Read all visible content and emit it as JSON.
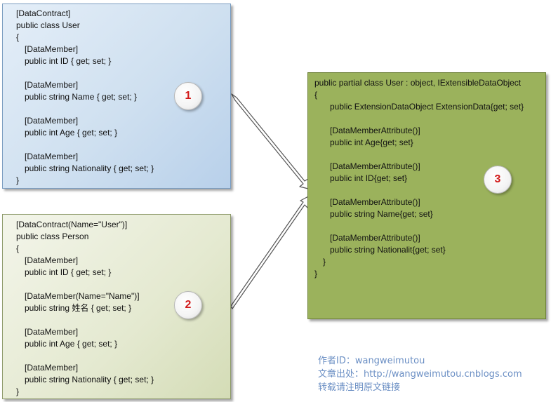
{
  "box1": {
    "lines": [
      "[DataContract]",
      "public class User",
      "{",
      "[DataMember]",
      "public int ID { get; set; }",
      "",
      "[DataMember]",
      "public string Name { get; set; }",
      "",
      "[DataMember]",
      "public int Age { get; set; }",
      "",
      "[DataMember]",
      "public string Nationality { get; set; }",
      "}"
    ],
    "badge": "1"
  },
  "box2": {
    "lines": [
      "[DataContract(Name=\"User\")]",
      "public class Person",
      "{",
      "[DataMember]",
      "public int ID { get; set; }",
      "",
      "[DataMember(Name=\"Name\")]",
      "public string 姓名 { get; set; }",
      "",
      "[DataMember]",
      "public int Age { get; set; }",
      "",
      "[DataMember]",
      "public string Nationality { get; set; }",
      "}"
    ],
    "badge": "2"
  },
  "box3": {
    "lines": [
      "public partial class User : object, IExtensibleDataObject",
      "{",
      "public ExtensionDataObject ExtensionData{get; set}",
      "",
      "[DataMemberAttribute()]",
      "public int Age{get; set}",
      "",
      "[DataMemberAttribute()]",
      "public int ID{get; set}",
      "",
      "[DataMemberAttribute()]",
      "public string Name{get; set}",
      "",
      "[DataMemberAttribute()]",
      "public string Nationalit{get; set}",
      "}",
      "}"
    ],
    "badge": "3"
  },
  "credit": {
    "author": "作者ID：wangweimutou",
    "source": "文章出处：http://wangweimutou.cnblogs.com",
    "notice": "转载请注明原文链接"
  },
  "colors": {
    "box1_border": "#7a9cc0",
    "box2_border": "#8d9a6a",
    "box3_fill": "#9bb25c",
    "badge_text": "#d21a1a",
    "credit_text": "#6b8fc4"
  }
}
